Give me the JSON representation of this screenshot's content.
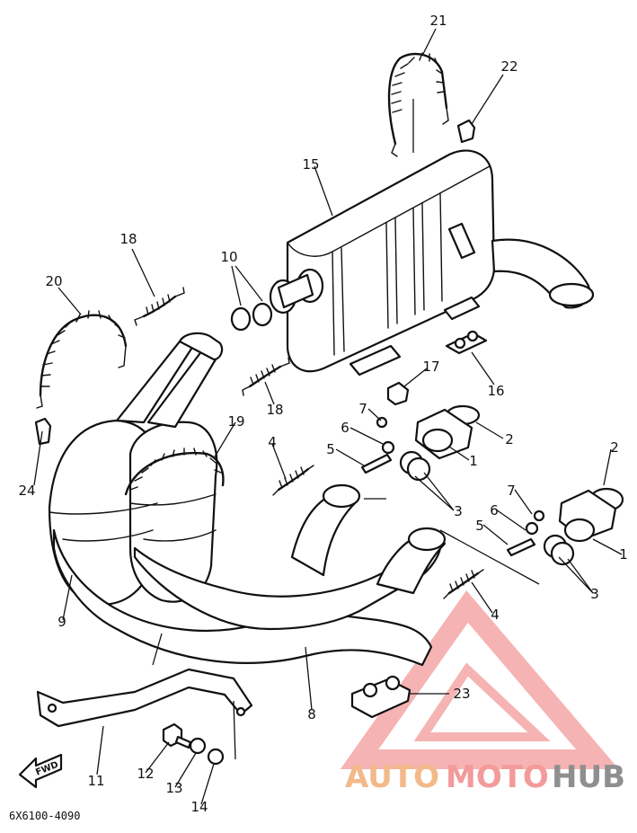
{
  "diagram_code": "6X6100-4090",
  "fwd_label": "FWD",
  "watermark": {
    "part1": "AUTO",
    "part2": "MOTO",
    "part3": "HUB"
  },
  "callouts": [
    {
      "id": "c21",
      "text": "21"
    },
    {
      "id": "c22",
      "text": "22"
    },
    {
      "id": "c15",
      "text": "15"
    },
    {
      "id": "c18a",
      "text": "18"
    },
    {
      "id": "c10",
      "text": "10"
    },
    {
      "id": "c20",
      "text": "20"
    },
    {
      "id": "c18b",
      "text": "18"
    },
    {
      "id": "c17",
      "text": "17"
    },
    {
      "id": "c16",
      "text": "16"
    },
    {
      "id": "c7a",
      "text": "7"
    },
    {
      "id": "c6a",
      "text": "6"
    },
    {
      "id": "c5a",
      "text": "5"
    },
    {
      "id": "c2a",
      "text": "2"
    },
    {
      "id": "c1a",
      "text": "1"
    },
    {
      "id": "c3a",
      "text": "3"
    },
    {
      "id": "c19",
      "text": "19"
    },
    {
      "id": "c4a",
      "text": "4"
    },
    {
      "id": "c24",
      "text": "24"
    },
    {
      "id": "c2b",
      "text": "2"
    },
    {
      "id": "c7b",
      "text": "7"
    },
    {
      "id": "c6b",
      "text": "6"
    },
    {
      "id": "c5b",
      "text": "5"
    },
    {
      "id": "c1b",
      "text": "1"
    },
    {
      "id": "c3b",
      "text": "3"
    },
    {
      "id": "c4b",
      "text": "4"
    },
    {
      "id": "c9",
      "text": "9"
    },
    {
      "id": "c23",
      "text": "23"
    },
    {
      "id": "c8",
      "text": "8"
    },
    {
      "id": "c11",
      "text": "11"
    },
    {
      "id": "c12",
      "text": "12"
    },
    {
      "id": "c13",
      "text": "13"
    },
    {
      "id": "c14",
      "text": "14"
    }
  ]
}
